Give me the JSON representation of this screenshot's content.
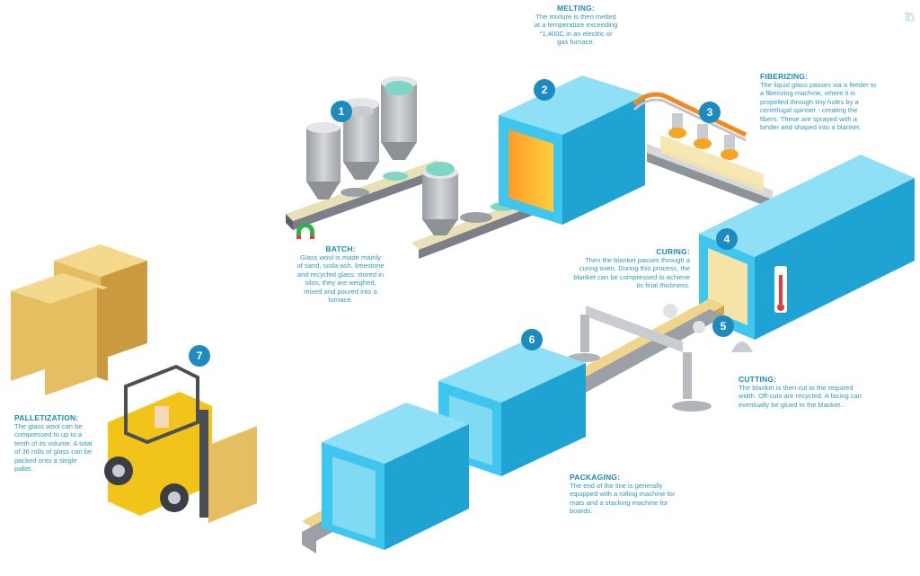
{
  "steps": [
    {
      "number": "1",
      "title": "BATCH:",
      "text": "Glass wool is made mainly of sand, soda-ash, limestone and recycled glass; stored in silos, they are weighed, mixed and poured into a furnace."
    },
    {
      "number": "2",
      "title": "MELTING:",
      "text": "The mixture is then melted at a temperature exceeding °1,400C in an electric or gas furnace."
    },
    {
      "number": "3",
      "title": "FIBERIZING:",
      "text": "The liquid glass passes via a feeder to a fiberizing machine, where it is propelled through tiny holes by a centrifugal spinner - creating the fibers. These are sprayed with a binder and shaped into a blanket."
    },
    {
      "number": "4",
      "title": "CURING:",
      "text": "Then the blanket passes through a curing oven. During this process, the blanket can be compressed to achieve its final thickness."
    },
    {
      "number": "5",
      "title": "CUTTING:",
      "text": "The blanket is then cut to the required width. Off-cuts are recycled. A facing can eventually be glued to the blanket.."
    },
    {
      "number": "6",
      "title": "PACKAGING:",
      "text": "The end of the line is generally equipped with a rolling machine for mats and a stacking machine for boards."
    },
    {
      "number": "7",
      "title": "PALLETIZATION:",
      "text": "The glass wool can be compressed to up to a tenth of its volume. A total of 36 rolls of glass can be packed onto a single pallet."
    }
  ],
  "corner_mark": "℔",
  "colors": {
    "machine_blue": "#3ec6ee",
    "machine_blue_dark": "#1ea3d3",
    "silo_gray": "#b9bcc0",
    "wool": "#f0d68a",
    "number_badge": "#1d8bc0",
    "text_blue": "#2f9ac6",
    "forklift_yellow": "#f2c318",
    "furnace_glow": "#ff8a1e"
  },
  "icons": [
    "magnet-icon",
    "thermometer-icon",
    "forklift-icon"
  ]
}
